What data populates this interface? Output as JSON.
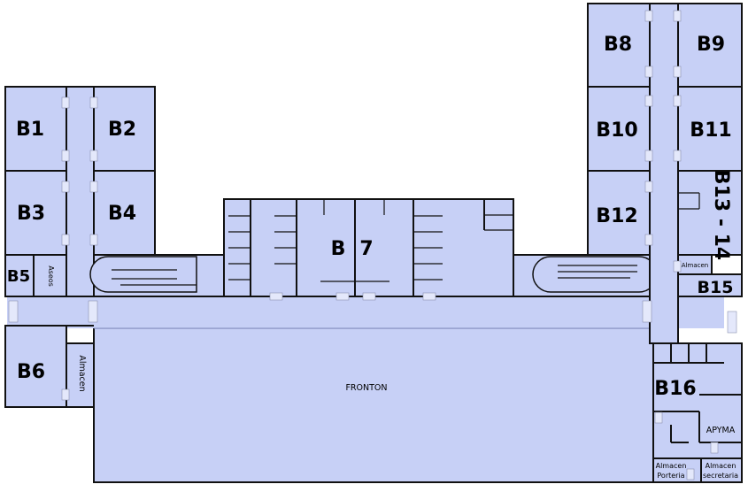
{
  "rooms": {
    "b1": "B1",
    "b2": "B2",
    "b3": "B3",
    "b4": "B4",
    "b5": "B5",
    "b6": "B6",
    "b7_left": "B",
    "b7_right": "7",
    "b8": "B8",
    "b9": "B9",
    "b10": "B10",
    "b11": "B11",
    "b12": "B12",
    "b13_14": "B13 - 14",
    "b15": "B15",
    "b16": "B16"
  },
  "areas": {
    "fronton": "FRONTON",
    "aseos": "Aseos",
    "almacen_left": "Almacen",
    "almacen_right": "Almacen",
    "apyma": "APYMA",
    "almacen_porteria_1": "Almacen",
    "almacen_porteria_2": "Porteria",
    "almacen_secretaria_1": "Almacen",
    "almacen_secretaria_2": "secretaria"
  },
  "colors": {
    "fill": "#c7d0f6",
    "wall": "#111111"
  }
}
